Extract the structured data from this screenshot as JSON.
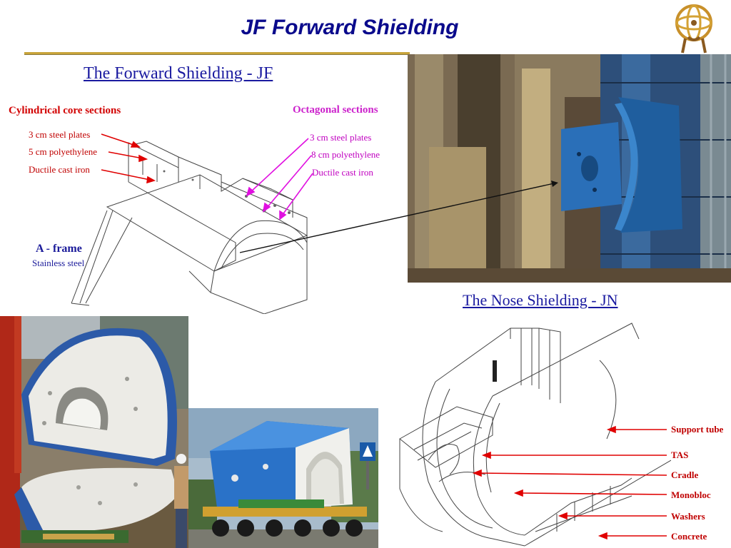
{
  "slide": {
    "title": "JF Forward Shielding"
  },
  "jf_diagram": {
    "title": "The Forward Shielding - JF",
    "cylindrical_heading": "Cylindrical core sections",
    "cylindrical_labels": [
      "3 cm steel plates",
      "5 cm polyethylene",
      "Ductile cast iron"
    ],
    "octagonal_heading": "Octagonal sections",
    "octagonal_labels": [
      "3 cm steel plates",
      "8 cm polyethylene",
      "Ductile cast iron"
    ],
    "aframe_heading": "A - frame",
    "aframe_sub": "Stainless steel"
  },
  "jn_diagram": {
    "title": "The Nose Shielding - JN",
    "labels": [
      "Support tube",
      "TAS",
      "Cradle",
      "Monobloc",
      "Washers",
      "Concrete"
    ]
  },
  "colors": {
    "title_blue": "#0a0a8c",
    "label_red": "#c00000",
    "label_magenta": "#c000c0",
    "shield_blue": "#2a6fb8"
  }
}
